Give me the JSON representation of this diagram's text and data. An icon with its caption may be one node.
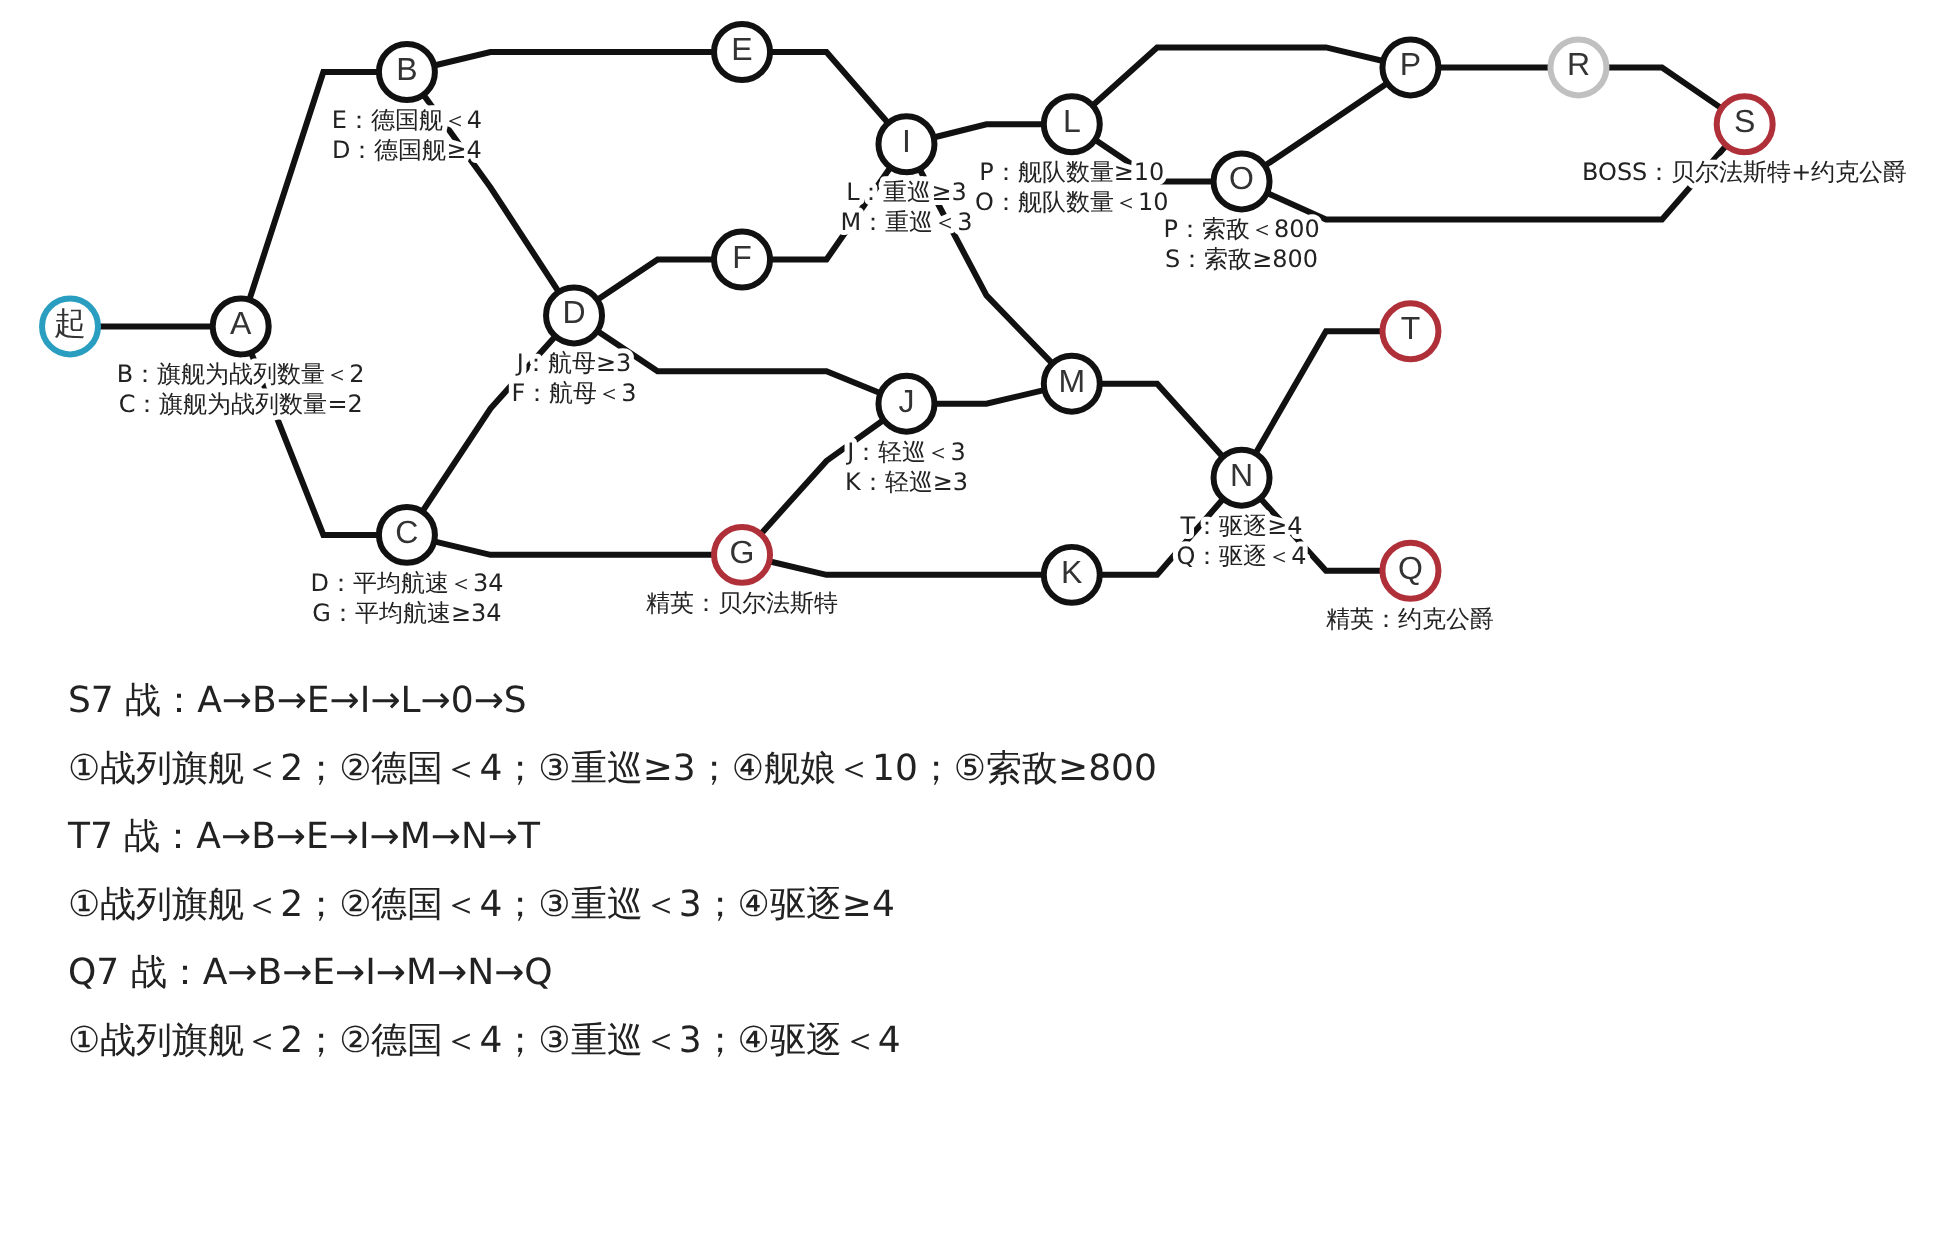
{
  "diagram": {
    "nodes": [
      {
        "text": [
          "起"
        ]
      },
      {
        "text": [
          "A"
        ],
        "beside": [
          "B：旗舰为战列数量＜2",
          "C：旗舰为战列数量=2"
        ]
      },
      {
        "text": [
          "B"
        ],
        "beside": [
          "E：德国舰＜4",
          "D：德国舰≥4"
        ]
      },
      {
        "text": [
          "C"
        ],
        "beside": [
          "D：平均航速＜34",
          "G：平均航速≥34"
        ]
      },
      {
        "text": [
          "D"
        ],
        "beside": [
          "J：航母≥3",
          "F：航母＜3"
        ]
      },
      {
        "text": [
          "E"
        ]
      },
      {
        "text": [
          "F"
        ]
      },
      {
        "text": [
          "G"
        ],
        "beside": [
          "精英：贝尔法斯特"
        ]
      },
      {
        "text": [
          "I"
        ],
        "beside": [
          "L：重巡≥3",
          "M：重巡＜3"
        ]
      },
      {
        "text": [
          "J"
        ],
        "beside": [
          "J：轻巡＜3",
          "K：轻巡≥3"
        ]
      },
      {
        "text": [
          "K"
        ]
      },
      {
        "text": [
          "L"
        ],
        "beside": [
          "P：舰队数量≥10",
          "O：舰队数量＜10"
        ]
      },
      {
        "text": [
          "M"
        ]
      },
      {
        "text": [
          "N"
        ],
        "beside": [
          "T：驱逐≥4",
          "Q：驱逐＜4"
        ]
      },
      {
        "text": [
          "O"
        ],
        "beside": [
          "P：索敌＜800",
          "S：索敌≥800"
        ]
      },
      {
        "text": [
          "P"
        ]
      },
      {
        "text": [
          "Q"
        ],
        "beside": [
          "精英：约克公爵"
        ]
      },
      {
        "text": [
          "R"
        ]
      },
      {
        "text": [
          "S"
        ],
        "beside": [
          "BOSS：贝尔法斯特+约克公爵"
        ]
      },
      {
        "text": [
          "T"
        ]
      }
    ],
    "edges": [
      {
        "from": 0,
        "to": 1,
        "arrow": "none"
      },
      {
        "from": 1,
        "to": 2,
        "arrow": "none"
      },
      {
        "from": 1,
        "to": 3,
        "arrow": "none"
      },
      {
        "from": 2,
        "to": 5,
        "arrow": "none"
      },
      {
        "from": 2,
        "to": 4,
        "arrow": "none"
      },
      {
        "from": 3,
        "to": 4,
        "arrow": "none"
      },
      {
        "from": 3,
        "to": 7,
        "arrow": "none"
      },
      {
        "from": 4,
        "to": 6,
        "arrow": "none"
      },
      {
        "from": 4,
        "to": 9,
        "arrow": "none"
      },
      {
        "from": 5,
        "to": 8,
        "arrow": "none"
      },
      {
        "from": 6,
        "to": 8,
        "arrow": "none"
      },
      {
        "from": 7,
        "to": 9,
        "arrow": "none"
      },
      {
        "from": 7,
        "to": 10,
        "arrow": "none"
      },
      {
        "from": 10,
        "to": 13,
        "arrow": "none"
      },
      {
        "from": 8,
        "to": 11,
        "arrow": "none"
      },
      {
        "from": 8,
        "to": 12,
        "arrow": "none"
      },
      {
        "from": 9,
        "to": 12,
        "arrow": "none"
      },
      {
        "from": 12,
        "to": 13,
        "arrow": "none"
      },
      {
        "from": 11,
        "to": 15,
        "arrow": "none"
      },
      {
        "from": 11,
        "to": 14,
        "arrow": "none"
      },
      {
        "from": 14,
        "to": 15,
        "arrow": "none"
      },
      {
        "from": 15,
        "to": 17,
        "arrow": "none"
      },
      {
        "from": 17,
        "to": 18,
        "arrow": "none"
      },
      {
        "from": 14,
        "to": 18,
        "arrow": "none"
      },
      {
        "from": 13,
        "to": 19,
        "arrow": "none"
      },
      {
        "from": 13,
        "to": 16,
        "arrow": "none"
      }
    ],
    "labels": [
      "S7 战：A→B→E→I→L→0→S",
      "①战列旗舰＜2；②德国＜4；③重巡≥3；④舰娘＜10；⑤索敌≥800",
      "T7 战：A→B→E→I→M→N→T",
      "①战列旗舰＜2；②德国＜4；③重巡＜3；④驱逐≥4",
      "Q7 战：A→B→E→I→M→N→Q",
      "①战列旗舰＜2；②德国＜4；③重巡＜3；④驱逐＜4"
    ]
  }
}
